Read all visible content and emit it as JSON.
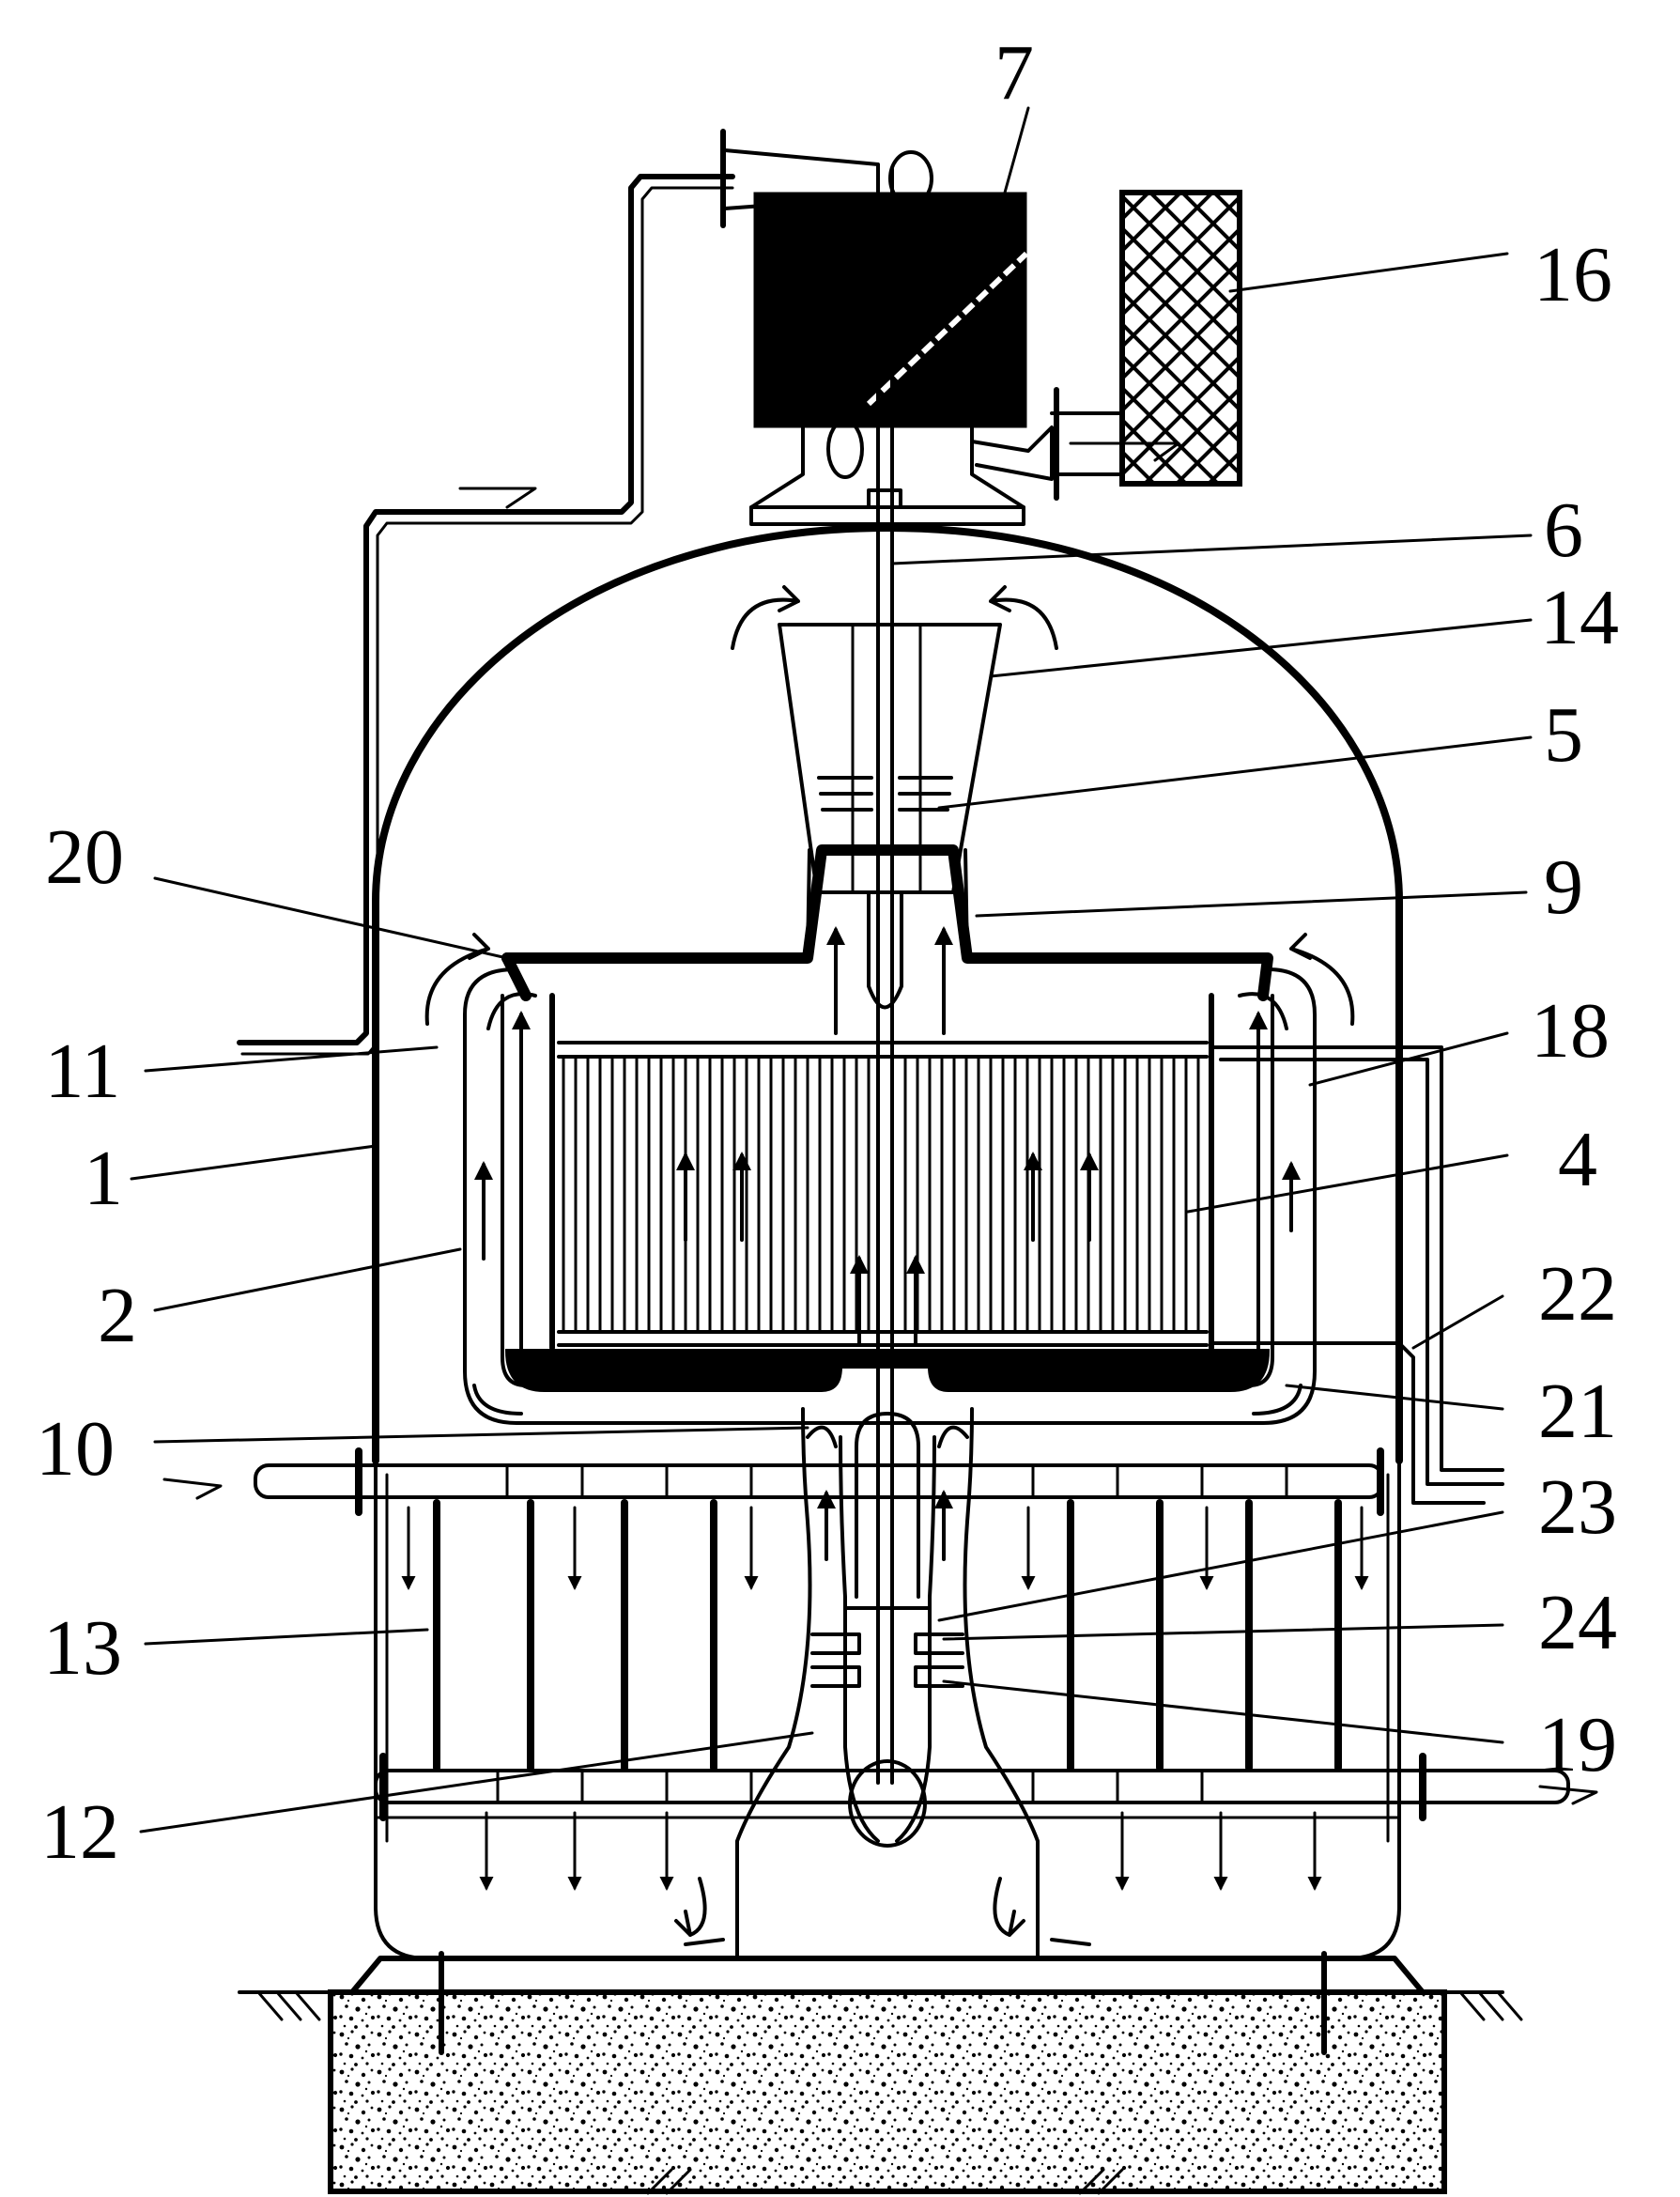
{
  "labels": {
    "l1": "1",
    "l2": "2",
    "l4": "4",
    "l5": "5",
    "l6": "6",
    "l7": "7",
    "l9": "9",
    "l10": "10",
    "l11": "11",
    "l12": "12",
    "l13": "13",
    "l14": "14",
    "l16": "16",
    "l18": "18",
    "l19": "19",
    "l20": "20",
    "l21": "21",
    "l22": "22",
    "l23": "23",
    "l24": "24"
  },
  "colors": {
    "ink": "#000000",
    "paper": "#ffffff",
    "hatch": "#000000"
  }
}
